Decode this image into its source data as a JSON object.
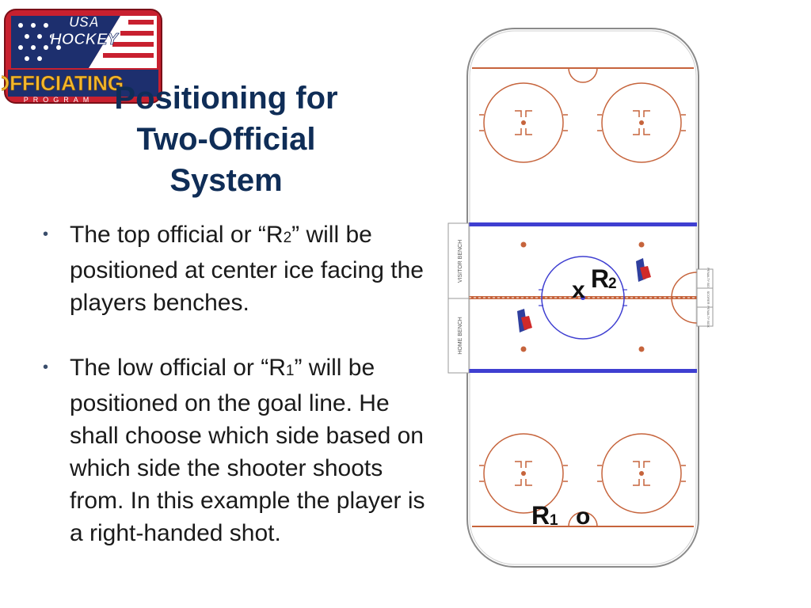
{
  "logo": {
    "line1": "USA",
    "line2": "HOCKEY",
    "line3": "OFFICIATING",
    "line4": "PROGRAM"
  },
  "title": {
    "line1": "Positioning for",
    "line2": "Two-Official",
    "line3": "System"
  },
  "bullets": [
    {
      "pre": "The top official or “R",
      "sub": "2",
      "post": "” will be positioned at center ice facing the players benches."
    },
    {
      "pre": "The low official or “R",
      "sub": "1",
      "post": "” will be positioned on the goal line. He shall choose which side based on which side the shooter shoots from. In this example the player is a right-handed shot."
    }
  ],
  "rink": {
    "visitor_bench": "VISITOR BENCH",
    "home_bench": "HOME BENCH",
    "penalty_box_1": "PENALTY BOX",
    "scorer_box": "SCORER",
    "penalty_box_2": "PENALTY BOX",
    "r2_marker": "x",
    "r2_letter": "R",
    "r2_sub": "2",
    "r1_letter": "R",
    "r1_sub": "1",
    "r1_marker": "o",
    "colors": {
      "blue_line": "#3f3fd1",
      "red_line": "#c6643c",
      "board": "#8a8a8a",
      "label": "#111111"
    }
  }
}
